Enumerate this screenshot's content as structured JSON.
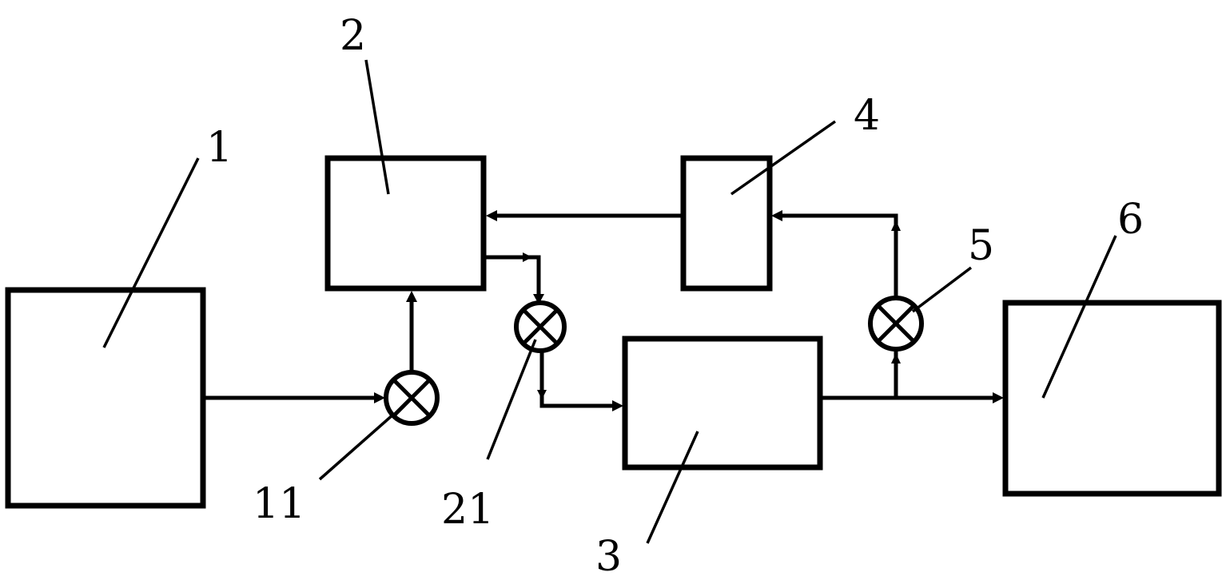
{
  "diagram": {
    "blocks": [
      {
        "id": "1",
        "label": "1"
      },
      {
        "id": "2",
        "label": "2"
      },
      {
        "id": "3",
        "label": "3"
      },
      {
        "id": "4",
        "label": "4"
      },
      {
        "id": "6",
        "label": "6"
      }
    ],
    "valves": [
      {
        "id": "11",
        "label": "11"
      },
      {
        "id": "21",
        "label": "21"
      },
      {
        "id": "5",
        "label": "5"
      }
    ],
    "connections": [
      {
        "from": "1",
        "to": "11"
      },
      {
        "from": "11",
        "to": "2"
      },
      {
        "from": "2",
        "to": "21"
      },
      {
        "from": "21",
        "to": "3"
      },
      {
        "from": "3",
        "to": "6"
      },
      {
        "from": "3",
        "to": "5"
      },
      {
        "from": "5",
        "to": "4"
      },
      {
        "from": "4",
        "to": "2"
      }
    ]
  }
}
